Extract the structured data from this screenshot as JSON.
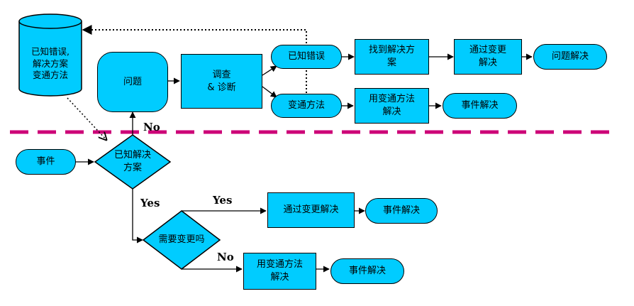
{
  "colors": {
    "node_fill": "#00CCFF",
    "outline": "#000000",
    "separator": "#CC0077",
    "background": "#FFFFFF"
  },
  "nodes": {
    "database": "已知错误,\n解决方案\n变通方法",
    "problem": "问题",
    "investigate": "调查\n& 诊断",
    "known_error": "已知错误",
    "workaround": "变通方法",
    "find_solution": "找到解决方\n案",
    "change_resolve_top": "通过变更\n解决",
    "problem_resolved": "问题解决",
    "use_workaround_top": "用变通方法\n解决",
    "incident_resolved_top": "事件解决",
    "incident": "事件",
    "known_solution_decision": "已知解决\n方案",
    "need_change_decision": "需要变更吗",
    "change_resolve_bottom": "通过变更解决",
    "incident_resolved_mid": "事件解决",
    "use_workaround_bottom": "用变通方法\n解决",
    "incident_resolved_bottom": "事件解决"
  },
  "edge_labels": {
    "no_top": "No",
    "yes_down": "Yes",
    "yes_right": "Yes",
    "no_bottom": "No"
  }
}
